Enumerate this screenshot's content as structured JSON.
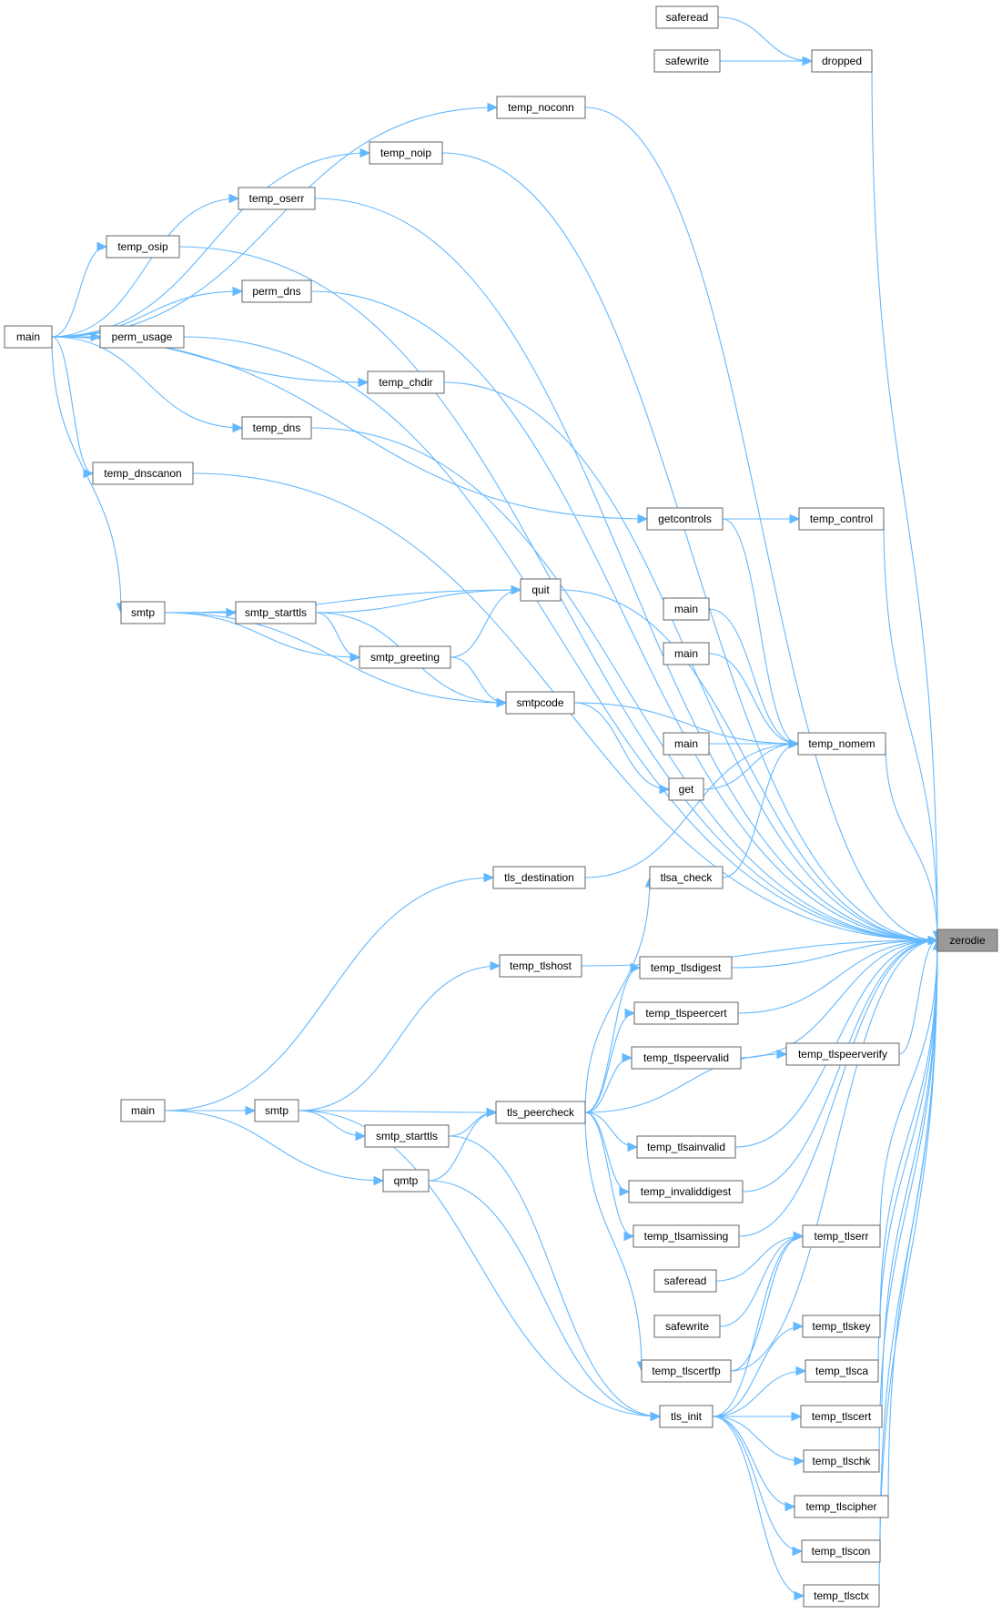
{
  "graph": {
    "type": "call-graph",
    "target_node": "zerodie",
    "nodes": [
      {
        "id": "saferead_a",
        "label": "saferead"
      },
      {
        "id": "safewrite_a",
        "label": "safewrite"
      },
      {
        "id": "dropped",
        "label": "dropped"
      },
      {
        "id": "temp_noconn",
        "label": "temp_noconn"
      },
      {
        "id": "temp_noip",
        "label": "temp_noip"
      },
      {
        "id": "temp_oserr",
        "label": "temp_oserr"
      },
      {
        "id": "temp_osip",
        "label": "temp_osip"
      },
      {
        "id": "perm_dns",
        "label": "perm_dns"
      },
      {
        "id": "main_a",
        "label": "main"
      },
      {
        "id": "perm_usage",
        "label": "perm_usage"
      },
      {
        "id": "temp_chdir",
        "label": "temp_chdir"
      },
      {
        "id": "temp_dns",
        "label": "temp_dns"
      },
      {
        "id": "temp_dnscanon",
        "label": "temp_dnscanon"
      },
      {
        "id": "getcontrols",
        "label": "getcontrols"
      },
      {
        "id": "temp_control",
        "label": "temp_control"
      },
      {
        "id": "quit",
        "label": "quit"
      },
      {
        "id": "smtp_a",
        "label": "smtp"
      },
      {
        "id": "smtp_starttls_a",
        "label": "smtp_starttls"
      },
      {
        "id": "smtp_greeting",
        "label": "smtp_greeting"
      },
      {
        "id": "main_b",
        "label": "main"
      },
      {
        "id": "main_c",
        "label": "main"
      },
      {
        "id": "smtpcode",
        "label": "smtpcode"
      },
      {
        "id": "main_d",
        "label": "main"
      },
      {
        "id": "temp_nomem",
        "label": "temp_nomem"
      },
      {
        "id": "get",
        "label": "get"
      },
      {
        "id": "tls_destination",
        "label": "tls_destination"
      },
      {
        "id": "tlsa_check",
        "label": "tlsa_check"
      },
      {
        "id": "zerodie",
        "label": "zerodie"
      },
      {
        "id": "temp_tlshost",
        "label": "temp_tlshost"
      },
      {
        "id": "temp_tlsdigest",
        "label": "temp_tlsdigest"
      },
      {
        "id": "temp_tlspeercert",
        "label": "temp_tlspeercert"
      },
      {
        "id": "temp_tlspeervalid",
        "label": "temp_tlspeervalid"
      },
      {
        "id": "temp_tlspeerverify",
        "label": "temp_tlspeerverify"
      },
      {
        "id": "main_e",
        "label": "main"
      },
      {
        "id": "smtp_b",
        "label": "smtp"
      },
      {
        "id": "tls_peercheck",
        "label": "tls_peercheck"
      },
      {
        "id": "smtp_starttls_b",
        "label": "smtp_starttls"
      },
      {
        "id": "temp_tlsainvalid",
        "label": "temp_tlsainvalid"
      },
      {
        "id": "qmtp",
        "label": "qmtp"
      },
      {
        "id": "temp_invaliddigest",
        "label": "temp_invaliddigest"
      },
      {
        "id": "temp_tlsamissing",
        "label": "temp_tlsamissing"
      },
      {
        "id": "temp_tlserr",
        "label": "temp_tlserr"
      },
      {
        "id": "saferead_b",
        "label": "saferead"
      },
      {
        "id": "safewrite_b",
        "label": "safewrite"
      },
      {
        "id": "temp_tlskey",
        "label": "temp_tlskey"
      },
      {
        "id": "temp_tlscertfp",
        "label": "temp_tlscertfp"
      },
      {
        "id": "temp_tlsca",
        "label": "temp_tlsca"
      },
      {
        "id": "tls_init",
        "label": "tls_init"
      },
      {
        "id": "temp_tlscert",
        "label": "temp_tlscert"
      },
      {
        "id": "temp_tlschk",
        "label": "temp_tlschk"
      },
      {
        "id": "temp_tlscipher",
        "label": "temp_tlscipher"
      },
      {
        "id": "temp_tlscon",
        "label": "temp_tlscon"
      },
      {
        "id": "temp_tlsctx",
        "label": "temp_tlsctx"
      }
    ],
    "edges": [
      [
        "saferead_a",
        "dropped"
      ],
      [
        "safewrite_a",
        "dropped"
      ],
      [
        "dropped",
        "zerodie"
      ],
      [
        "main_a",
        "temp_noconn"
      ],
      [
        "main_a",
        "temp_noip"
      ],
      [
        "main_a",
        "temp_oserr"
      ],
      [
        "main_a",
        "temp_osip"
      ],
      [
        "main_a",
        "perm_dns"
      ],
      [
        "main_a",
        "perm_usage"
      ],
      [
        "main_a",
        "temp_chdir"
      ],
      [
        "main_a",
        "temp_dns"
      ],
      [
        "main_a",
        "temp_dnscanon"
      ],
      [
        "main_a",
        "getcontrols"
      ],
      [
        "main_a",
        "smtp_a"
      ],
      [
        "temp_noconn",
        "zerodie"
      ],
      [
        "temp_noip",
        "zerodie"
      ],
      [
        "temp_oserr",
        "zerodie"
      ],
      [
        "temp_osip",
        "zerodie"
      ],
      [
        "perm_dns",
        "zerodie"
      ],
      [
        "perm_usage",
        "zerodie"
      ],
      [
        "temp_chdir",
        "zerodie"
      ],
      [
        "temp_dns",
        "zerodie"
      ],
      [
        "temp_dnscanon",
        "zerodie"
      ],
      [
        "getcontrols",
        "temp_control"
      ],
      [
        "getcontrols",
        "temp_nomem"
      ],
      [
        "temp_control",
        "zerodie"
      ],
      [
        "smtp_a",
        "quit"
      ],
      [
        "smtp_a",
        "smtp_starttls_a"
      ],
      [
        "smtp_a",
        "smtp_greeting"
      ],
      [
        "smtp_a",
        "smtpcode"
      ],
      [
        "smtp_starttls_a",
        "quit"
      ],
      [
        "smtp_starttls_a",
        "smtp_greeting"
      ],
      [
        "smtp_starttls_a",
        "smtpcode"
      ],
      [
        "smtp_greeting",
        "quit"
      ],
      [
        "smtp_greeting",
        "smtpcode"
      ],
      [
        "quit",
        "zerodie"
      ],
      [
        "smtpcode",
        "temp_nomem"
      ],
      [
        "smtpcode",
        "get"
      ],
      [
        "get",
        "temp_nomem"
      ],
      [
        "main_b",
        "temp_nomem"
      ],
      [
        "main_c",
        "temp_nomem"
      ],
      [
        "main_d",
        "temp_nomem"
      ],
      [
        "temp_nomem",
        "zerodie"
      ],
      [
        "tls_destination",
        "temp_nomem"
      ],
      [
        "tlsa_check",
        "temp_nomem"
      ],
      [
        "main_e",
        "tls_destination"
      ],
      [
        "main_e",
        "smtp_b"
      ],
      [
        "main_e",
        "qmtp"
      ],
      [
        "smtp_b",
        "temp_tlshost"
      ],
      [
        "smtp_b",
        "tls_peercheck"
      ],
      [
        "smtp_b",
        "smtp_starttls_b"
      ],
      [
        "smtp_b",
        "tls_init"
      ],
      [
        "smtp_starttls_b",
        "tls_peercheck"
      ],
      [
        "smtp_starttls_b",
        "tls_init"
      ],
      [
        "qmtp",
        "tls_peercheck"
      ],
      [
        "qmtp",
        "tls_init"
      ],
      [
        "tls_peercheck",
        "tlsa_check"
      ],
      [
        "tls_peercheck",
        "temp_tlsdigest"
      ],
      [
        "tls_peercheck",
        "temp_tlspeercert"
      ],
      [
        "tls_peercheck",
        "temp_tlspeervalid"
      ],
      [
        "tls_peercheck",
        "temp_tlspeerverify"
      ],
      [
        "tls_peercheck",
        "temp_tlsainvalid"
      ],
      [
        "tls_peercheck",
        "temp_invaliddigest"
      ],
      [
        "tls_peercheck",
        "temp_tlsamissing"
      ],
      [
        "tls_peercheck",
        "temp_tlscertfp"
      ],
      [
        "temp_tlshost",
        "zerodie"
      ],
      [
        "temp_tlsdigest",
        "zerodie"
      ],
      [
        "temp_tlspeercert",
        "zerodie"
      ],
      [
        "temp_tlspeervalid",
        "zerodie"
      ],
      [
        "temp_tlspeerverify",
        "zerodie"
      ],
      [
        "temp_tlsainvalid",
        "zerodie"
      ],
      [
        "temp_invaliddigest",
        "zerodie"
      ],
      [
        "temp_tlsamissing",
        "zerodie"
      ],
      [
        "saferead_b",
        "temp_tlserr"
      ],
      [
        "safewrite_b",
        "temp_tlserr"
      ],
      [
        "temp_tlscertfp",
        "temp_tlserr"
      ],
      [
        "temp_tlserr",
        "zerodie"
      ],
      [
        "temp_tlscertfp",
        "zerodie"
      ],
      [
        "tls_init",
        "temp_tlserr"
      ],
      [
        "tls_init",
        "temp_tlskey"
      ],
      [
        "tls_init",
        "temp_tlsca"
      ],
      [
        "tls_init",
        "temp_tlscert"
      ],
      [
        "tls_init",
        "temp_tlschk"
      ],
      [
        "tls_init",
        "temp_tlscipher"
      ],
      [
        "tls_init",
        "temp_tlscon"
      ],
      [
        "tls_init",
        "temp_tlsctx"
      ],
      [
        "temp_tlskey",
        "zerodie"
      ],
      [
        "temp_tlsca",
        "zerodie"
      ],
      [
        "temp_tlscert",
        "zerodie"
      ],
      [
        "temp_tlschk",
        "zerodie"
      ],
      [
        "temp_tlscipher",
        "zerodie"
      ],
      [
        "temp_tlscon",
        "zerodie"
      ],
      [
        "temp_tlsctx",
        "zerodie"
      ]
    ]
  }
}
